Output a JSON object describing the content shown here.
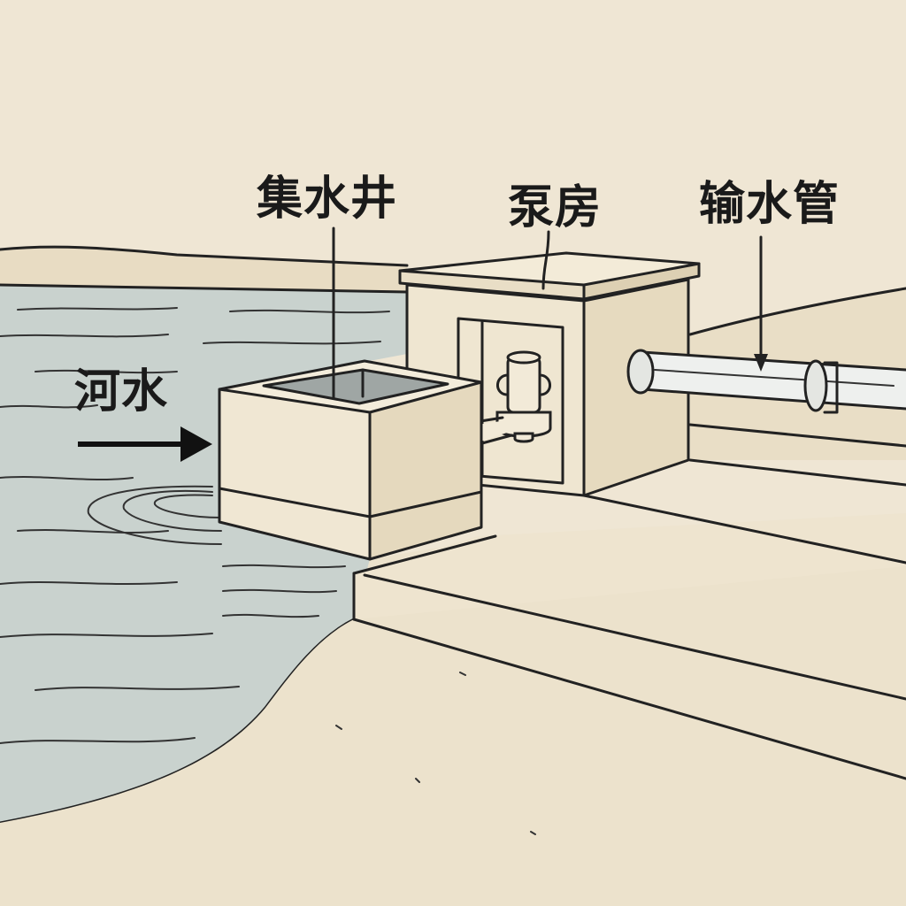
{
  "diagram": {
    "labels": {
      "collection_well": "集水井",
      "pump_house": "泵房",
      "transmission_pipe": "输水管",
      "river_water": "河水"
    },
    "colors": {
      "background": "#efe6d4",
      "water": "#c9d2ce",
      "concrete": "#ece2cc",
      "ink": "#222222"
    }
  }
}
